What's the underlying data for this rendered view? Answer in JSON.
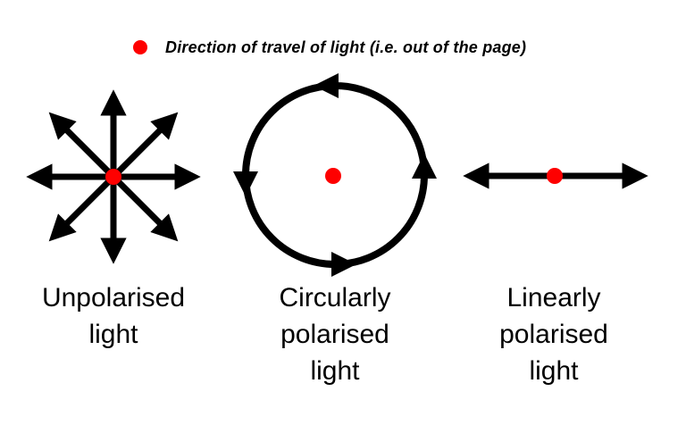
{
  "colors": {
    "ink": "#000000",
    "accent_red": "#fe0000",
    "background": "#ffffff"
  },
  "legend": {
    "marker_icon": "red-dot",
    "label": "Direction of travel of light (i.e. out of the page)"
  },
  "figures": [
    {
      "id": "unpolarised-light",
      "symbol": "eight-radial-arrows-around-red-dot",
      "caption_lines": [
        "Unpolarised",
        "light"
      ]
    },
    {
      "id": "circularly-polarised-light",
      "symbol": "anticlockwise-arrow-circle-around-red-dot",
      "caption_lines": [
        "Circularly",
        "polarised",
        "light"
      ]
    },
    {
      "id": "linearly-polarised-light",
      "symbol": "horizontal-double-headed-arrow-through-red-dot",
      "caption_lines": [
        "Linearly",
        "polarised",
        "light"
      ]
    }
  ]
}
